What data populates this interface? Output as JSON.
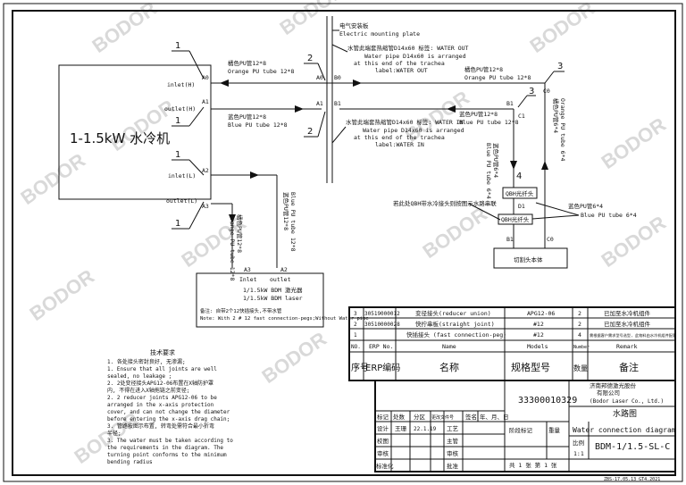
{
  "watermark": "BODOR",
  "chiller": {
    "title": "1-1.5kW 水冷机",
    "ports": [
      "inlet(H)",
      "outlet(H)",
      "inlet(L)",
      "outlet(L)"
    ]
  },
  "labels": {
    "n1": "1",
    "n2": "2",
    "n3": "3",
    "n4": "4",
    "A0": "A0",
    "A1": "A1",
    "A2": "A2",
    "A3": "A3",
    "B0": "B0",
    "B1": "B1",
    "C0": "C0",
    "C1": "C1",
    "D1": "D1"
  },
  "mount_plate": {
    "cn": "电气安装板",
    "en": "Electric mounting plate"
  },
  "water_out": {
    "cn": "水管此端套热缩管D14x60  标签: WATER OUT",
    "en1": "Water pipe D14x60 is arranged",
    "en2": "at this end of the trachea",
    "en3": "label:WATER OUT"
  },
  "water_in": {
    "cn": "水管此端套热缩管D14x60  标签: WATER IN",
    "en1": "Water pipe D14x60 is arranged",
    "en2": "at this end of the trachea",
    "en3": "label:WATER IN"
  },
  "orange_tube": {
    "cn": "橘色PU管12*8",
    "en": "Orange PU tube 12*8"
  },
  "blue_tube": {
    "cn": "蓝色PU管12*8",
    "en": "Blue PU tube 12*8"
  },
  "blue_tube_6": {
    "cn": "蓝色PU管6*4",
    "en": "Blue PU tube 6*4"
  },
  "orange_tube_6": {
    "cn": "橘色PU管6*4",
    "en": "Orange PU tube 6*4"
  },
  "qbh_box": "QBH光纤头",
  "qbh_note": "若此处QBH带水冷接头则按图示水路串联",
  "cutting_head": "切割头本体",
  "laser_box": {
    "inlet": "Inlet",
    "outlet": "outlet",
    "name_cn": "1/1.5kW BDM 激光器",
    "name_en": "1/1.5kW BDM laser",
    "note_cn": "备注: 自带2个12快插接头,不带水管",
    "note_en": "Note: With 2 # 12 fast connection-pegs;Without Water pipe"
  },
  "tech": {
    "title": "技术要求",
    "lines": [
      "1. 各处接头密封良好, 无渗漏;",
      "1. Ensure that all joints are well",
      "sealed, no leakage ;",
      "2. 2处变径接头APG12-06布置在X轴防护罩",
      "内, 不得在进入X轴拖链之前变径;",
      "2. 2 reducer joints APG12-06 to be",
      "arranged in the x-axis protection",
      "cover, and can not change the diameter",
      "before entering the x-axis drag chain;",
      "3. 管路按图示布置, 转弯处需符合最小折弯",
      "半径;",
      "3. The water must be taken according to",
      "the requirements in the diagram. The",
      "turning point conforms to the minimum",
      "bending radius"
    ]
  },
  "bom": {
    "rows": [
      {
        "no": "3",
        "erp": "30519000012",
        "name": "变径接头(reducer union)",
        "model": "APG12-06",
        "qty": "2",
        "remark": "已加至水冷机组件"
      },
      {
        "no": "2",
        "erp": "30510000028",
        "name": "快拧串板(straight joint)",
        "model": "#12",
        "qty": "2",
        "remark": "已加至水冷机组件"
      },
      {
        "no": "1",
        "erp": "",
        "name": "快插接头 (fast connection-peg)",
        "model": "#12",
        "qty": "4",
        "remark": "需根据客户需求型号选型, 此物料由水冷机组件配套"
      }
    ],
    "header_en": {
      "no": "NO.",
      "erp": "ERP No.",
      "name": "Name",
      "model": "Models",
      "qty": "Number",
      "remark": "Remark"
    },
    "header_cn": {
      "no": "序号",
      "erp": "ERP编码",
      "name": "名称",
      "model": "规格型号",
      "qty": "数量",
      "remark": "备注"
    }
  },
  "title_block": {
    "company_cn1": "济南邦德激光股份",
    "company_cn2": "有限公司",
    "company_en": "(Bodor Laser Co., Ltd.)",
    "drawing_no": "33300010329",
    "title_cn": "水路图",
    "title_en": "Water connection diagram",
    "code": "BDM-1/1.5-SL-C",
    "scale_label": "比例",
    "scale": "1:1",
    "weight_label": "重量",
    "stage_label": "阶段标记",
    "sheets": "共 1 张    第 1 张",
    "hdr": [
      "标记",
      "处数",
      "分区",
      "更改文件号",
      "签名",
      "年、月、日"
    ],
    "rows": [
      [
        "设计",
        "王珊",
        "22.1.19",
        "工艺"
      ],
      [
        "校图",
        "",
        "",
        "主管"
      ],
      [
        "审核",
        "",
        "",
        "审核"
      ],
      [
        "标准化",
        "",
        "",
        "批准"
      ]
    ]
  },
  "footer_code": "ZBS-17.05.13 GT4.2021"
}
